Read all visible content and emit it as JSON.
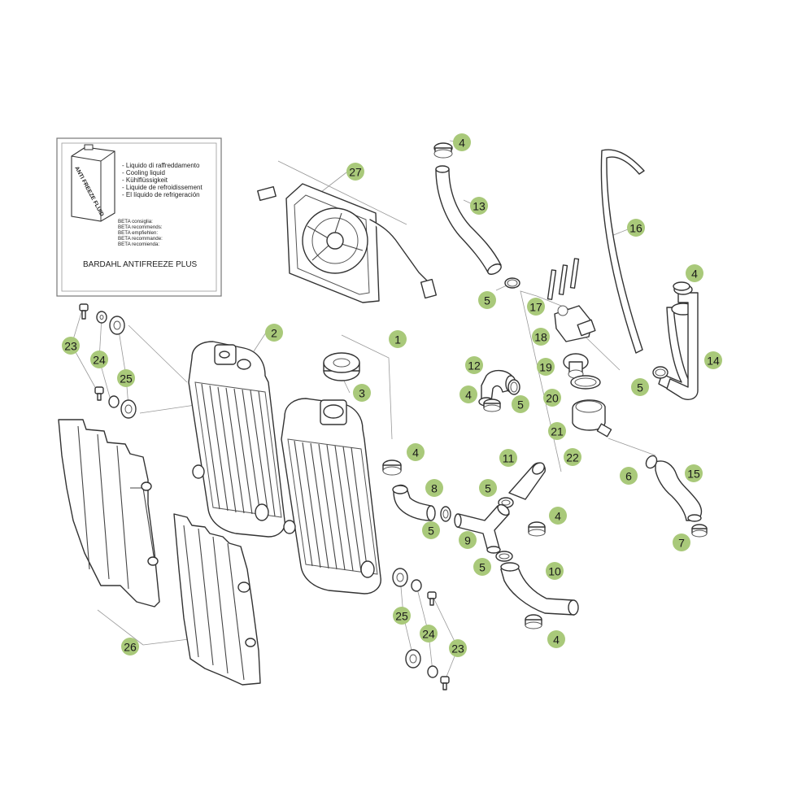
{
  "colors": {
    "callout_fill": "#a9c97a",
    "line": "#333333",
    "leader": "#999999",
    "background": "#ffffff"
  },
  "info_box": {
    "can_label": "ANTI FREEZE FLUID",
    "coolant_lines": [
      "- Liquido di raffreddamento",
      "- Cooling liquid",
      "- Kühlflüssigkeit",
      "- Liquide de refroidissement",
      "- El líquido de refrigeración"
    ],
    "recommend_lines": [
      "BETA consiglia:",
      "BETA recommends:",
      "BETA empfiehlen:",
      "BETA recommande:",
      "BETA recomienda:"
    ],
    "product": "BARDAHL ANTIFREEZE PLUS"
  },
  "callouts": [
    "4",
    "27",
    "13",
    "16",
    "5",
    "17",
    "4",
    "18",
    "14",
    "5",
    "12",
    "19",
    "4",
    "5",
    "20",
    "21",
    "22",
    "6",
    "15",
    "7",
    "2",
    "1",
    "3",
    "23",
    "24",
    "25",
    "4",
    "11",
    "8",
    "5",
    "4",
    "5",
    "9",
    "5",
    "10",
    "4",
    "25",
    "24",
    "23",
    "26"
  ]
}
